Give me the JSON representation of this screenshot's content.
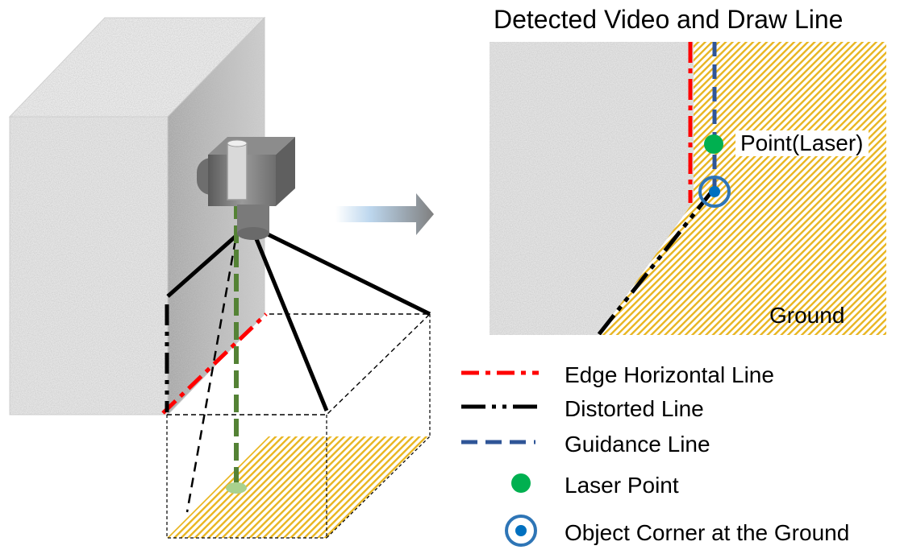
{
  "title": "Detected Video and Draw Line",
  "point_label": "Point(Laser)",
  "ground_label": "Ground",
  "legend": [
    {
      "label": "Edge Horizontal Line",
      "symbol": "dash-dot",
      "color": "#ff0000"
    },
    {
      "label": "Distorted Line",
      "symbol": "dash-dot-dot",
      "color": "#000000"
    },
    {
      "label": "Guidance Line",
      "symbol": "dashed",
      "color": "#2f5597"
    },
    {
      "label": "Laser Point",
      "symbol": "dot",
      "color": "#00b050"
    },
    {
      "label": "Object Corner at the Ground",
      "symbol": "ring-dot",
      "color": "#2e75b6"
    }
  ],
  "colors": {
    "edge_line": "#ff0000",
    "distorted_line": "#000000",
    "guidance_line": "#2f5597",
    "laser": "#00b050",
    "corner": "#2e75b6",
    "ground_hatch": "#e8b520",
    "box_surface": "#d9d9d9",
    "camera_body": "#7f7f7f",
    "laser_beam": "#548235"
  }
}
